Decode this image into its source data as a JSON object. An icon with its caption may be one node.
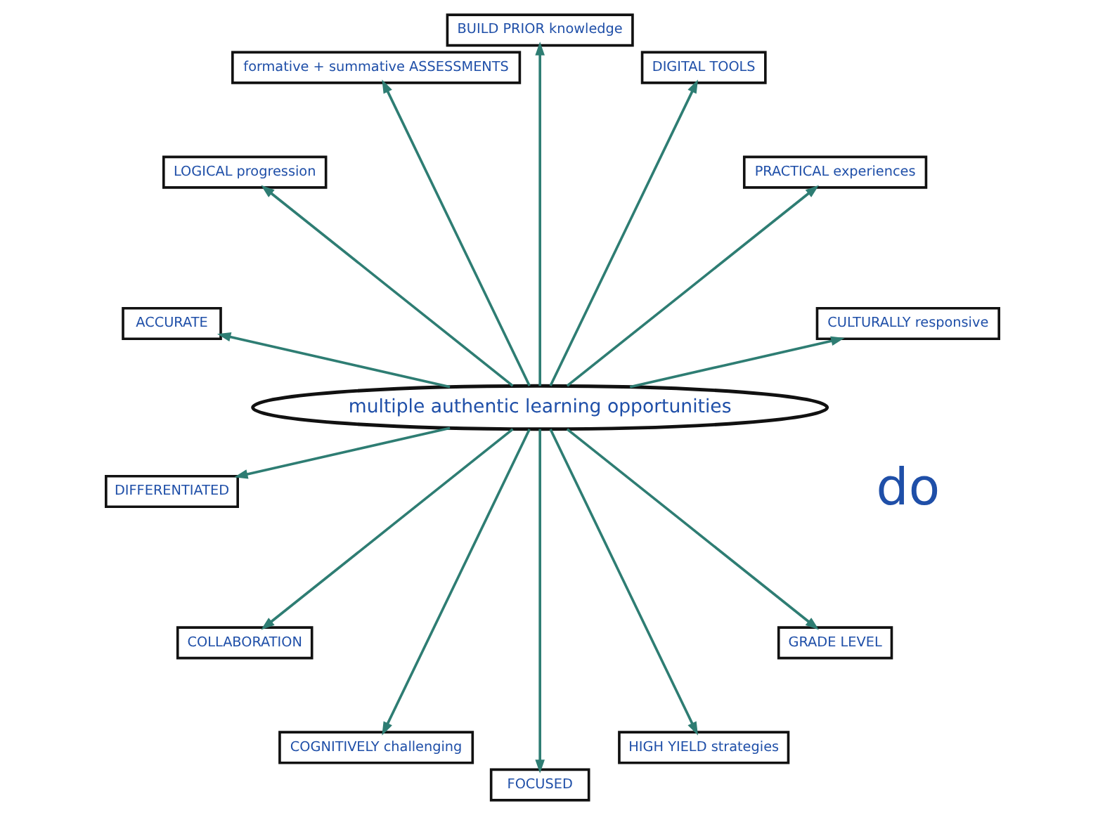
{
  "diagram": {
    "nodes": [
      {
        "text": [
          "multiple authentic learning opportunities"
        ]
      },
      {
        "text": [
          "CULTURALLY responsive"
        ]
      },
      {
        "text": [
          "PRACTICAL experiences"
        ]
      },
      {
        "text": [
          "DIGITAL TOOLS"
        ]
      },
      {
        "text": [
          "BUILD PRIOR knowledge"
        ]
      },
      {
        "text": [
          "formative + summative ASSESSMENTS"
        ]
      },
      {
        "text": [
          "LOGICAL progression"
        ]
      },
      {
        "text": [
          "ACCURATE"
        ]
      },
      {
        "text": [
          "DIFFERENTIATED"
        ]
      },
      {
        "text": [
          "COLLABORATION"
        ]
      },
      {
        "text": [
          "COGNITIVELY challenging"
        ]
      },
      {
        "text": [
          "FOCUSED"
        ]
      },
      {
        "text": [
          "HIGH YIELD strategies"
        ]
      },
      {
        "text": [
          "GRADE LEVEL"
        ]
      }
    ],
    "edges": [
      {
        "from": 0,
        "to": 1,
        "arrow": "to"
      },
      {
        "from": 0,
        "to": 2,
        "arrow": "to"
      },
      {
        "from": 0,
        "to": 3,
        "arrow": "to"
      },
      {
        "from": 0,
        "to": 4,
        "arrow": "to"
      },
      {
        "from": 0,
        "to": 5,
        "arrow": "to"
      },
      {
        "from": 0,
        "to": 6,
        "arrow": "to"
      },
      {
        "from": 0,
        "to": 7,
        "arrow": "to"
      },
      {
        "from": 0,
        "to": 8,
        "arrow": "to"
      },
      {
        "from": 0,
        "to": 9,
        "arrow": "to"
      },
      {
        "from": 0,
        "to": 10,
        "arrow": "to"
      },
      {
        "from": 0,
        "to": 11,
        "arrow": "to"
      },
      {
        "from": 0,
        "to": 12,
        "arrow": "to"
      },
      {
        "from": 0,
        "to": 13,
        "arrow": "to"
      }
    ],
    "labels": [
      "do"
    ]
  }
}
